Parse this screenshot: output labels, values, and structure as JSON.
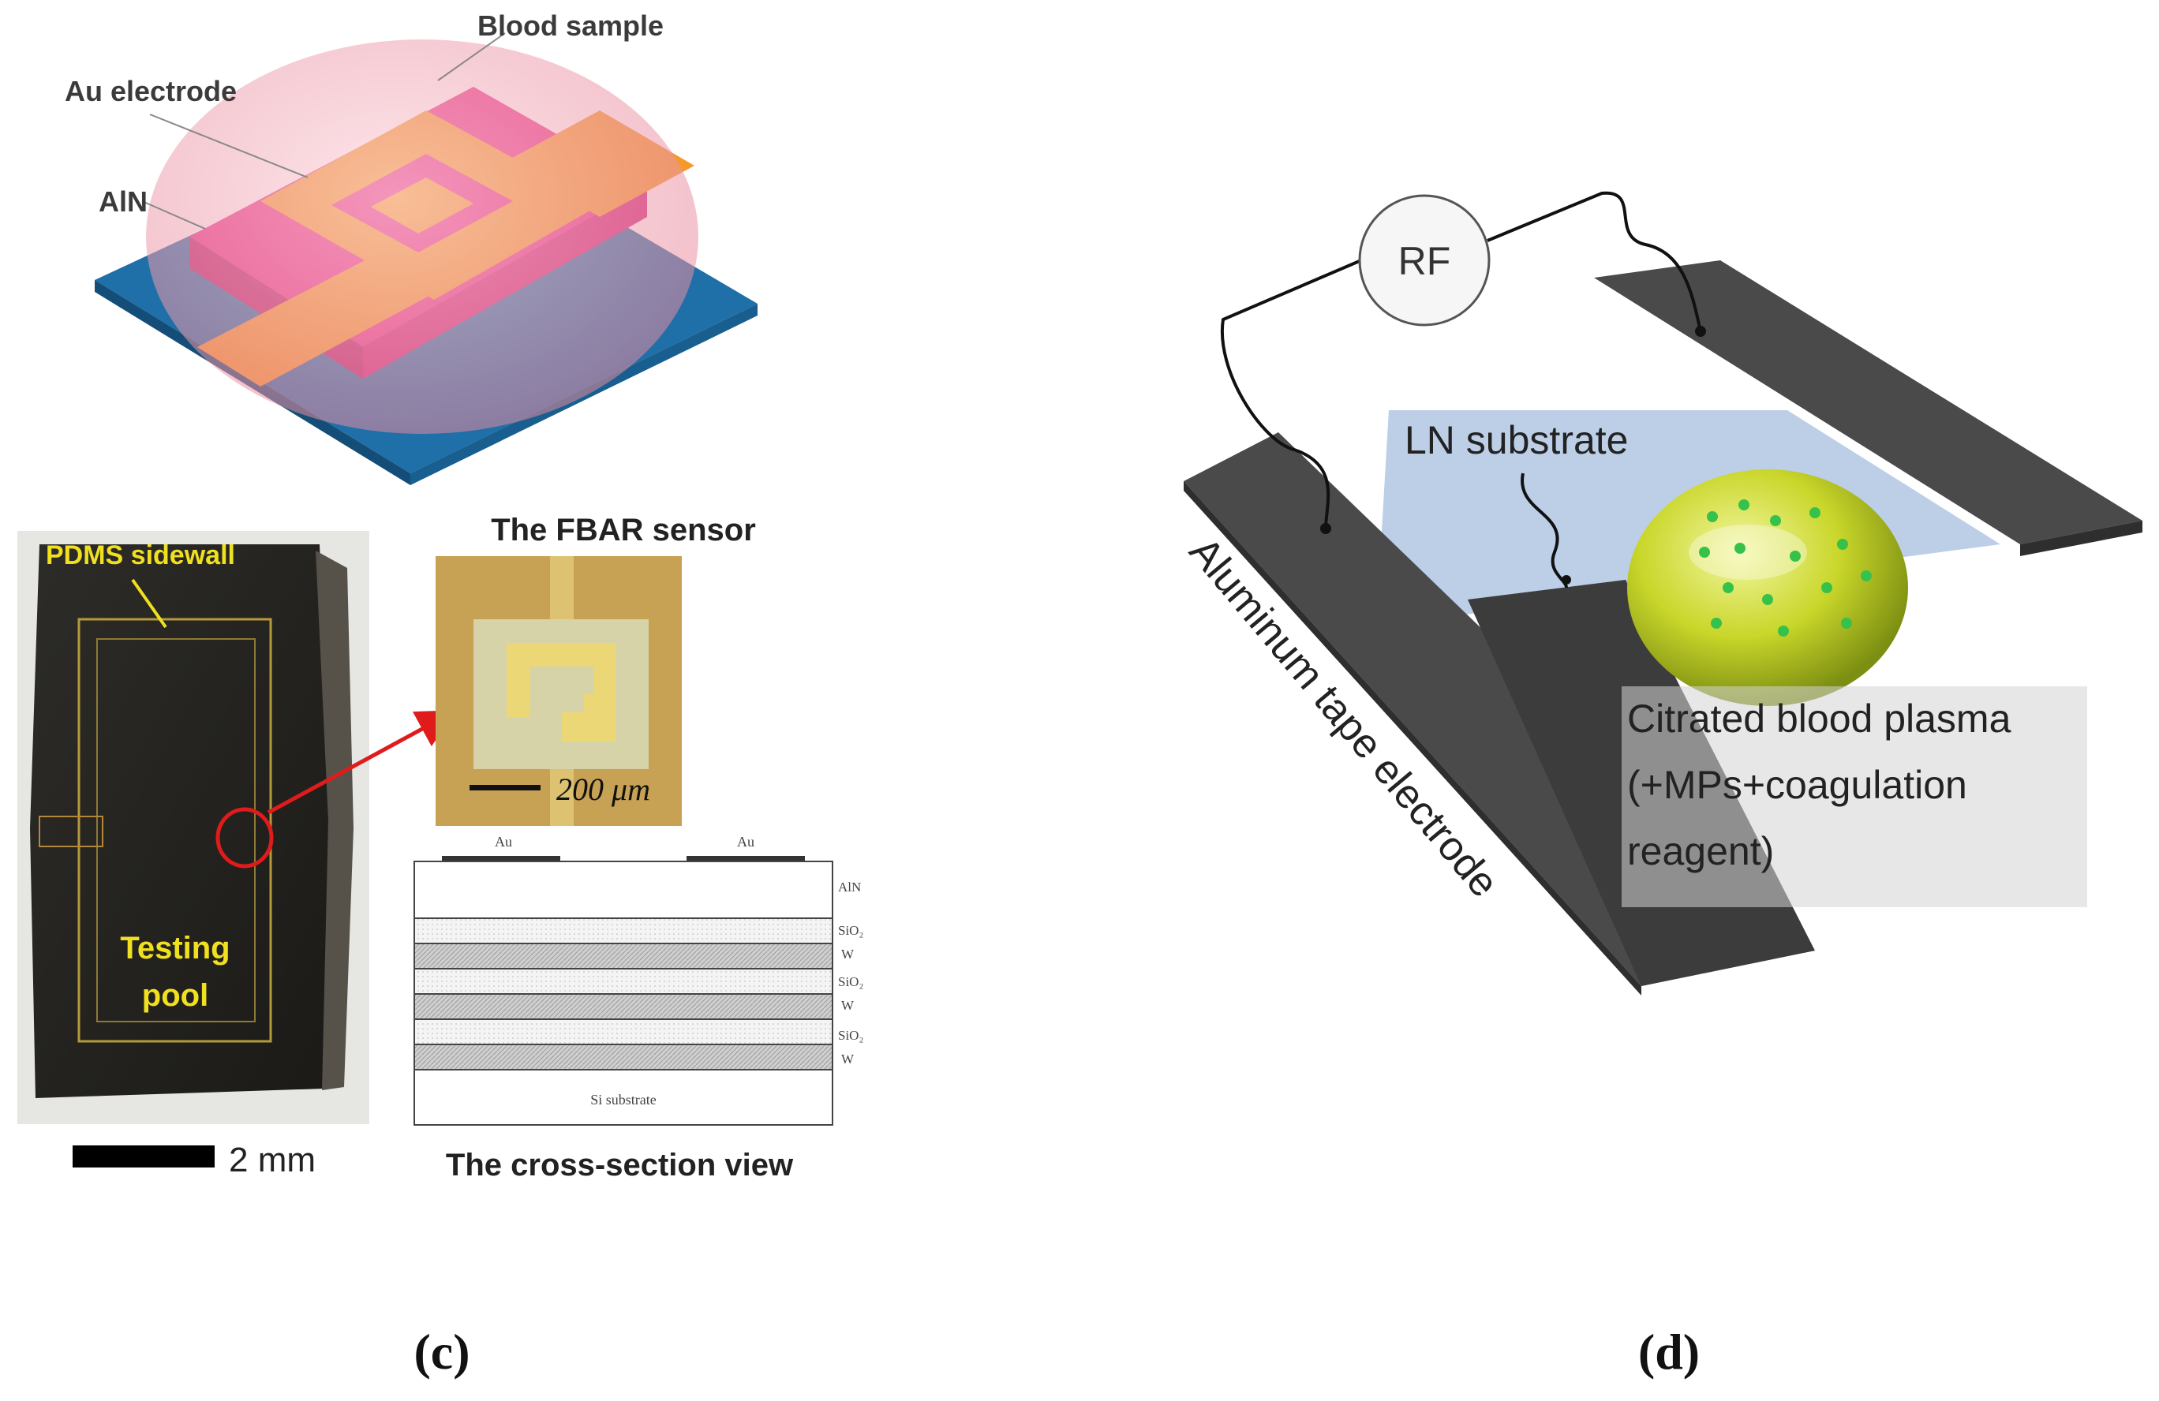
{
  "panel_c": {
    "device_3d": {
      "blood_sample_label": "Blood sample",
      "au_electrode_label": "Au electrode",
      "aln_label": "AlN"
    },
    "photo": {
      "pdms_label": "PDMS sidewall",
      "testing_label": "Testing",
      "pool_label": "pool",
      "scale_label": "2 mm"
    },
    "fbar": {
      "title": "The FBAR sensor",
      "scale_label": "200 μm"
    },
    "cross_section": {
      "title": "The cross-section view",
      "top_labels": [
        "Au",
        "Au"
      ],
      "side_labels": [
        "AlN",
        "SiO₂",
        "W",
        "SiO₂",
        "W",
        "SiO₂",
        "W"
      ],
      "substrate_label": "Si substrate"
    },
    "caption": "(c)"
  },
  "panel_d": {
    "rf_label": "RF",
    "ln_substrate_label": "LN substrate",
    "electrode_label": "Aluminum tape electrode",
    "plasma_label_lines": [
      "Citrated blood plasma",
      "(+MPs+coagulation",
      "reagent)"
    ],
    "caption": "(d)"
  },
  "colors": {
    "chip_blue": "#1f6fa8",
    "aln_magenta": "#e8318a",
    "au_orange": "#f39a2b",
    "droplet_pink": "#f4b6c2",
    "pdms_yellow": "#f0e020",
    "arrow_red": "#e01b1b",
    "ln_blue": "#b9cbe6",
    "tape_gray": "#4a4a4a",
    "plasma_yellow_green": "#c9d62a"
  }
}
